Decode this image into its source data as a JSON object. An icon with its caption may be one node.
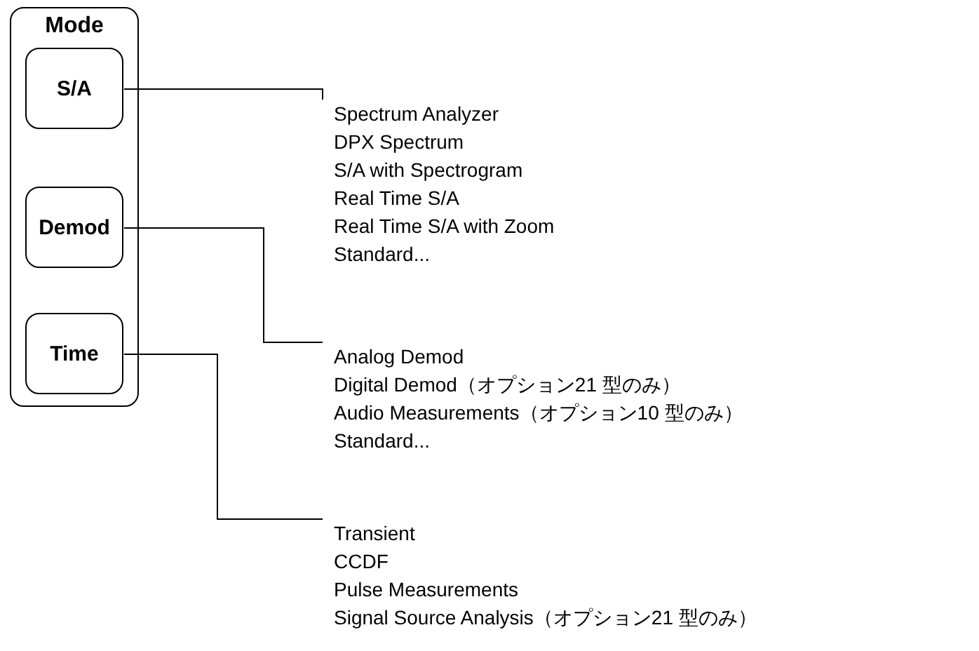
{
  "diagram": {
    "nodes": [
      {
        "text": [
          "Mode"
        ]
      },
      {
        "text": [
          "S/A"
        ],
        "in": 0
      },
      {
        "text": [
          "Demod"
        ],
        "in": 0
      },
      {
        "text": [
          "Time"
        ],
        "in": 0
      },
      {
        "text": [
          "Spectrum Analyzer",
          "DPX Spectrum",
          "S/A with Spectrogram",
          "Real Time S/A",
          "Real Time S/A with Zoom",
          "Standard..."
        ]
      },
      {
        "text": [
          "Analog Demod",
          "Digital Demod（オプション21 型のみ）",
          "Audio Measurements（オプション10 型のみ）",
          "Standard..."
        ]
      },
      {
        "text": [
          "Transient",
          "CCDF",
          "Pulse Measurements",
          "Signal Source Analysis（オプション21 型のみ）"
        ]
      }
    ],
    "edges": [
      {
        "from": 1,
        "to": 4,
        "arrow": "none"
      },
      {
        "from": 2,
        "to": 5,
        "arrow": "none"
      },
      {
        "from": 3,
        "to": 6,
        "arrow": "none"
      }
    ]
  }
}
